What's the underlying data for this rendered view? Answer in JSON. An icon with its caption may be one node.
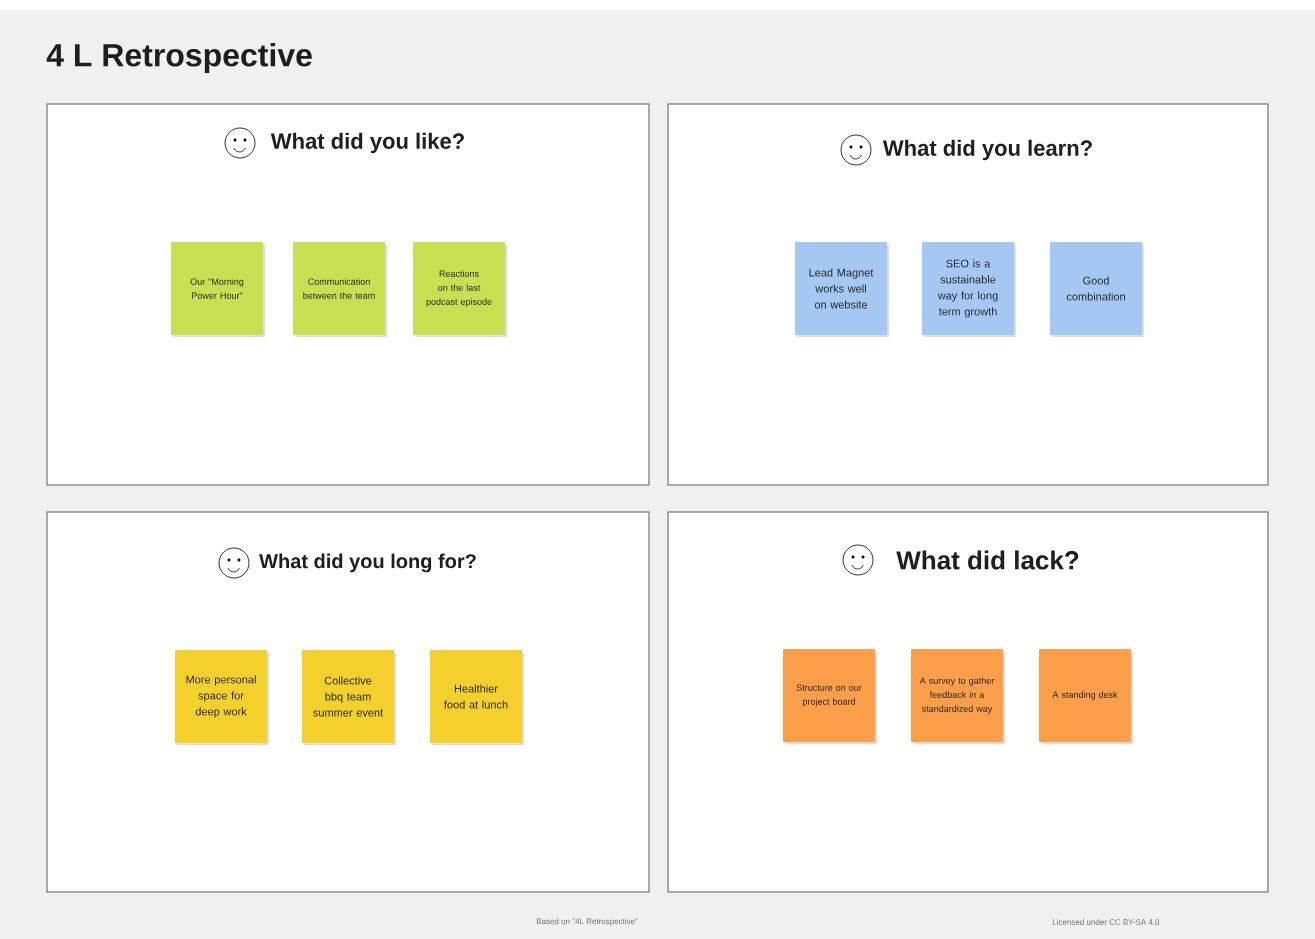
{
  "diagram": {
    "title": "4 L Retrospective",
    "nodes": [
      {
        "text": [
          "What did you like?"
        ]
      },
      {
        "text": [
          "Our \"Morning Power Hour\""
        ],
        "in": 0
      },
      {
        "text": [
          "Communication between the team"
        ],
        "in": 0
      },
      {
        "text": [
          "Reactions on the last podcast episode"
        ],
        "in": 0
      },
      {
        "text": [
          "What did you learn?"
        ]
      },
      {
        "text": [
          "Lead Magnet works well on website"
        ],
        "in": 4
      },
      {
        "text": [
          "SEO is a sustainable way for long term growth"
        ],
        "in": 4
      },
      {
        "text": [
          "Good combination"
        ],
        "in": 4
      },
      {
        "text": [
          "What did you long for?"
        ]
      },
      {
        "text": [
          "More personal space for deep work"
        ],
        "in": 8
      },
      {
        "text": [
          "Collective bbq team summer event"
        ],
        "in": 8
      },
      {
        "text": [
          "Healthier food at lunch"
        ],
        "in": 8
      },
      {
        "text": [
          "What did lack?"
        ]
      },
      {
        "text": [
          "Structure on our project board"
        ],
        "in": 12
      },
      {
        "text": [
          "A survey to gather feedback in a standardized way"
        ],
        "in": 12
      },
      {
        "text": [
          "A standing desk"
        ],
        "in": 12
      }
    ],
    "labels": [
      "Based on \"4L Retrospective\"",
      "Licensed under CC BY-SA 4.0"
    ]
  }
}
